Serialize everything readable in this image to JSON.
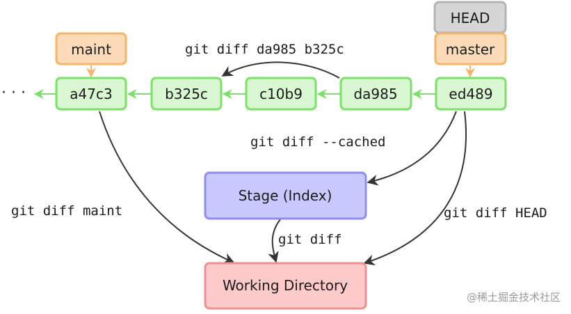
{
  "refs": {
    "head": "HEAD",
    "master": "master",
    "maint": "maint"
  },
  "commits": [
    "a47c3",
    "b325c",
    "c10b9",
    "da985",
    "ed489"
  ],
  "ellipsis": "· · ·",
  "areas": {
    "stage": "Stage (Index)",
    "working": "Working Directory"
  },
  "commands": {
    "diff_commits": "git diff da985 b325c",
    "diff_cached": "git diff --cached",
    "diff_maint": "git diff maint",
    "diff_head": "git diff HEAD",
    "diff": "git diff"
  },
  "watermark": "@稀土掘金技术社区",
  "colors": {
    "commit_fill": "#d9f7d0",
    "commit_stroke": "#7be06a",
    "ref_fill": "#fcdcb8",
    "ref_stroke": "#f5b469",
    "head_fill": "#d6d6d6",
    "head_stroke": "#b3b3b3",
    "stage_fill": "#c9c9ff",
    "stage_stroke": "#8d8df0",
    "working_fill": "#ffcaca",
    "working_stroke": "#f08f8f",
    "arrow_dark": "#333333",
    "arrow_green": "#7be06a",
    "arrow_orange": "#f5b469"
  }
}
